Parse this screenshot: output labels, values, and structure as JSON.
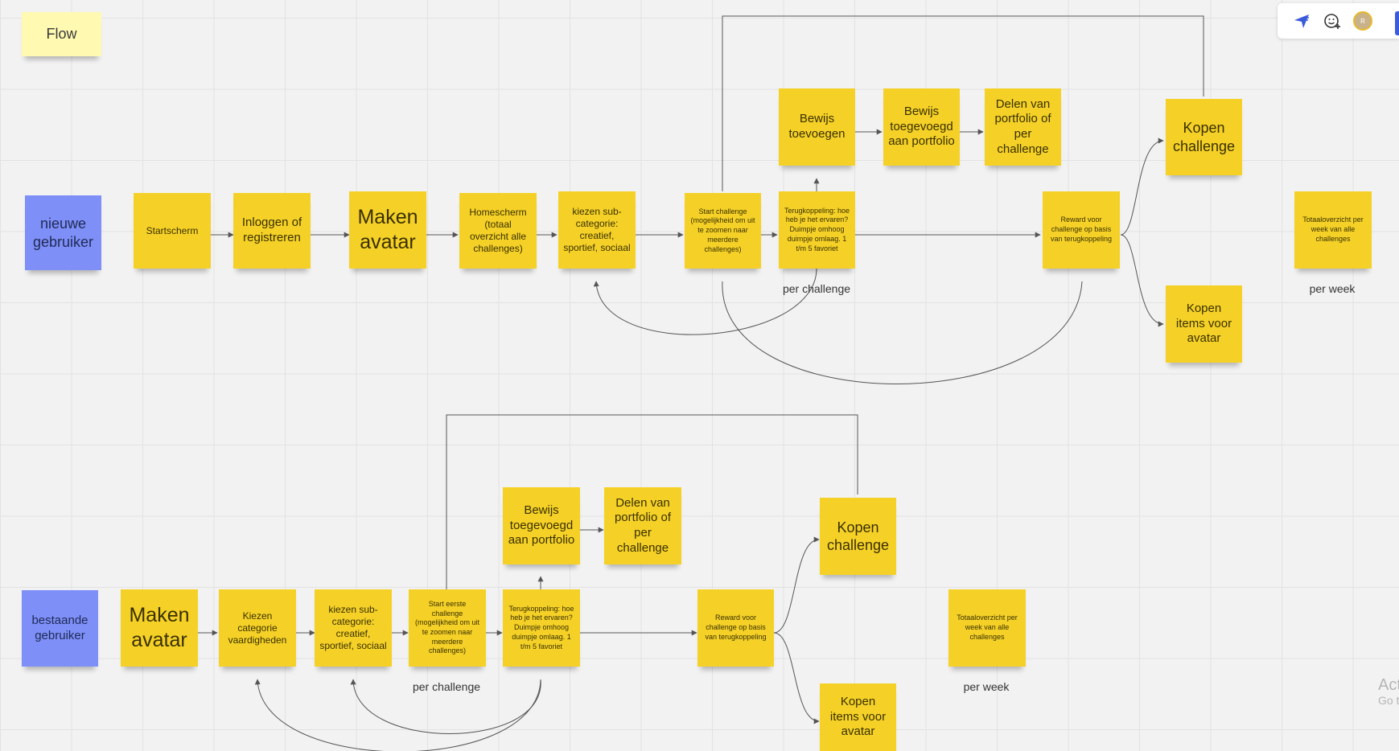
{
  "notes": {
    "flow": "Flow",
    "row1": {
      "nieuwe_gebruiker": "nieuwe gebruiker",
      "startscherm": "Startscherm",
      "inloggen": "Inloggen of registreren",
      "maken_avatar": "Maken avatar",
      "homescherm": "Homescherm (totaal overzicht alle challenges)",
      "kiezen_sub": "kiezen sub-categorie: creatief, sportief, sociaal",
      "start_challenge": "Start challenge (mogelijkheid om uit te zoomen naar meerdere challenges)",
      "terugkoppeling": "Terugkoppeling: hoe heb je het ervaren? Duimpje omhoog duimpje omlaag. 1 t/m 5 favoriet",
      "bewijs_toevoegen": "Bewijs toevoegen",
      "bewijs_portfolio": "Bewijs toegevoegd aan portfolio",
      "delen_portfolio": "Delen van portfolio of per challenge",
      "reward": "Reward voor challenge op basis van terugkoppeling",
      "kopen_challenge": "Kopen challenge",
      "kopen_items": "Kopen items voor avatar",
      "totaaloverzicht": "Totaaloverzicht per week van alle challenges"
    },
    "row2": {
      "bestaande_gebruiker": "bestaande gebruiker",
      "maken_avatar": "Maken avatar",
      "kiezen_categorie": "Kiezen categorie vaardigheden",
      "kiezen_sub": "kiezen sub-categorie: creatief, sportief, sociaal",
      "start_eerste": "Start eerste challenge (mogelijkheid om uit te zoomen naar meerdere challenges)",
      "terugkoppeling": "Terugkoppeling: hoe heb je het ervaren? Duimpje omhoog duimpje omlaag. 1 t/m 5 favoriet",
      "bewijs_portfolio": "Bewijs toegevoegd aan portfolio",
      "delen_portfolio": "Delen van portfolio of per challenge",
      "reward": "Reward voor challenge op basis van terugkoppeling",
      "kopen_challenge": "Kopen challenge",
      "kopen_items": "Kopen items voor avatar",
      "totaaloverzicht": "Totaaloverzicht per week van alle challenges"
    }
  },
  "labels": {
    "per_challenge_1": "per challenge",
    "per_week_1": "per week",
    "per_challenge_2": "per challenge",
    "per_week_2": "per week"
  },
  "toolbar": {
    "icons": [
      "cursor-filter-icon",
      "add-reaction-icon",
      "user-avatar"
    ],
    "avatar_initial": "R"
  },
  "watermark": {
    "line1": "Act",
    "line2": "Go t"
  },
  "colors": {
    "sticky_yellow": "#f5d128",
    "sticky_blue": "#7e8ff7",
    "sticky_pale": "#fff9b1",
    "connector": "#555555"
  }
}
